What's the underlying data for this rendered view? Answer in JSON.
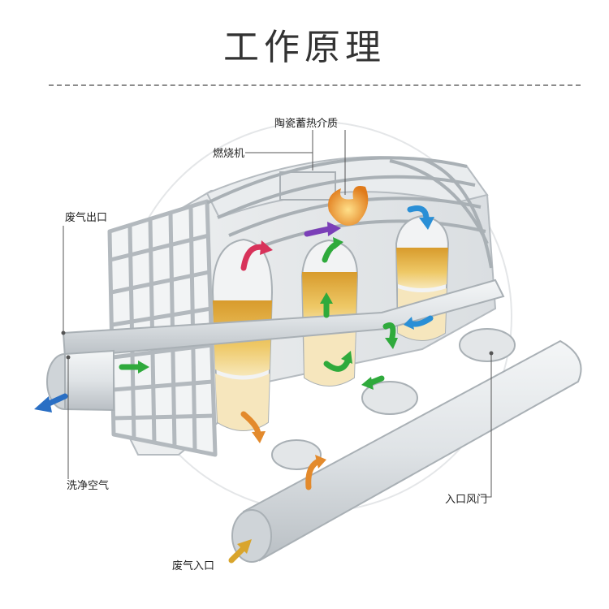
{
  "title": "工作原理",
  "labels": {
    "ceramic_media": "陶瓷蓄热介质",
    "burner": "燃烧机",
    "exhaust_outlet": "废气出口",
    "clean_air": "洗净空气",
    "inlet_damper": "入口风门",
    "exhaust_inlet": "废气入口"
  },
  "colors": {
    "title_text": "#333333",
    "media_fill": "#e8b84a",
    "pipe_fill": "#dfe3e6",
    "arrow_green": "#2faa3c",
    "arrow_blue": "#2a8fd6",
    "arrow_purple": "#7b3fb8",
    "arrow_red": "#d8325a",
    "arrow_orange": "#e38a2c",
    "flame": "#f0a030"
  },
  "icons": [
    "flow-arrow-icon",
    "flame-icon"
  ]
}
